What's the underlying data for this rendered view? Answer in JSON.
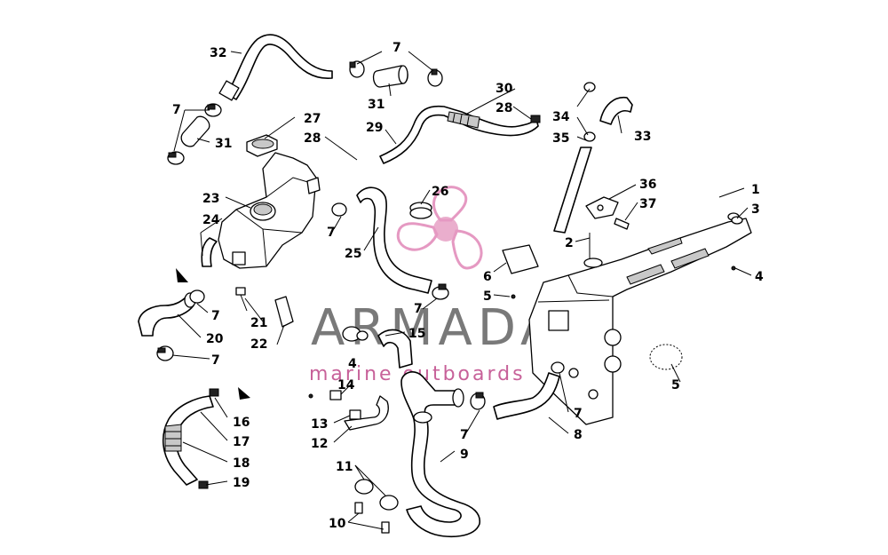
{
  "callouts": [
    {
      "id": "c1",
      "text": "1"
    },
    {
      "id": "c2",
      "text": "2"
    },
    {
      "id": "c3",
      "text": "3"
    },
    {
      "id": "c4a",
      "text": "4"
    },
    {
      "id": "c4b",
      "text": "4"
    },
    {
      "id": "c5a",
      "text": "5"
    },
    {
      "id": "c5b",
      "text": "5"
    },
    {
      "id": "c6",
      "text": "6"
    },
    {
      "id": "c7a",
      "text": "7"
    },
    {
      "id": "c7b",
      "text": "7"
    },
    {
      "id": "c7c",
      "text": "7"
    },
    {
      "id": "c7d",
      "text": "7"
    },
    {
      "id": "c7e",
      "text": "7"
    },
    {
      "id": "c7f",
      "text": "7"
    },
    {
      "id": "c7g",
      "text": "7"
    },
    {
      "id": "c7h",
      "text": "7"
    },
    {
      "id": "c8",
      "text": "8"
    },
    {
      "id": "c9",
      "text": "9"
    },
    {
      "id": "c10",
      "text": "10"
    },
    {
      "id": "c11",
      "text": "11"
    },
    {
      "id": "c12",
      "text": "12"
    },
    {
      "id": "c13",
      "text": "13"
    },
    {
      "id": "c14",
      "text": "14"
    },
    {
      "id": "c15",
      "text": "15"
    },
    {
      "id": "c16",
      "text": "16"
    },
    {
      "id": "c17",
      "text": "17"
    },
    {
      "id": "c18",
      "text": "18"
    },
    {
      "id": "c19",
      "text": "19"
    },
    {
      "id": "c20",
      "text": "20"
    },
    {
      "id": "c21",
      "text": "21"
    },
    {
      "id": "c22",
      "text": "22"
    },
    {
      "id": "c23",
      "text": "23"
    },
    {
      "id": "c24",
      "text": "24"
    },
    {
      "id": "c25",
      "text": "25"
    },
    {
      "id": "c26",
      "text": "26"
    },
    {
      "id": "c27",
      "text": "27"
    },
    {
      "id": "c28a",
      "text": "28"
    },
    {
      "id": "c28b",
      "text": "28"
    },
    {
      "id": "c29",
      "text": "29"
    },
    {
      "id": "c30",
      "text": "30"
    },
    {
      "id": "c31a",
      "text": "31"
    },
    {
      "id": "c31b",
      "text": "31"
    },
    {
      "id": "c32",
      "text": "32"
    },
    {
      "id": "c33",
      "text": "33"
    },
    {
      "id": "c34",
      "text": "34"
    },
    {
      "id": "c35",
      "text": "35"
    },
    {
      "id": "c36",
      "text": "36"
    },
    {
      "id": "c37",
      "text": "37"
    }
  ],
  "watermark": {
    "title": "ARMADA",
    "subtitle": "marine outboards",
    "title_color": "#6b6b6b",
    "accent_color": "#c2508f"
  }
}
